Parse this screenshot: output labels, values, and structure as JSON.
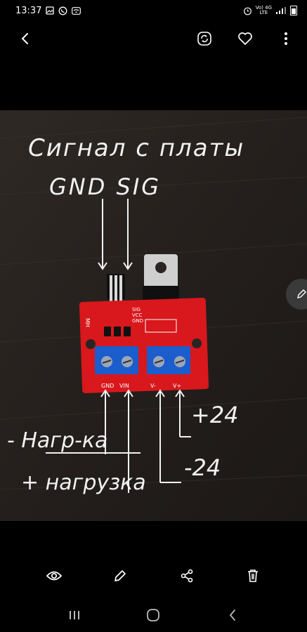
{
  "status_bar": {
    "time": "13:37",
    "network_label_top": "Vo) 4G",
    "network_label_bottom": "LTE"
  },
  "toolbar_top": {
    "icons": [
      "back-icon",
      "sync-icon",
      "heart-icon",
      "more-vert-icon"
    ]
  },
  "photo": {
    "handwriting_title": "Сигнал с платы",
    "handwriting_pins": "GND SIG",
    "board_silk": [
      "MH",
      "SIG",
      "VCC",
      "GND",
      "VIN",
      "GND",
      "V-",
      "V+"
    ],
    "label_plus24": "+24",
    "label_minus24": "-24",
    "label_load_minus": "- Нагр-ка",
    "label_load_plus": "+ нагрузка",
    "colors": {
      "board": "#d8181c",
      "terminal": "#1b5dcc",
      "background": "#2a2522",
      "ink": "#f2f2f2"
    }
  },
  "toolbar_bottom": {
    "icons": [
      "eye-icon",
      "pencil-icon",
      "share-icon",
      "trash-icon"
    ]
  },
  "nav_bar": {
    "icons": [
      "recents-icon",
      "home-icon",
      "back-nav-icon"
    ]
  }
}
